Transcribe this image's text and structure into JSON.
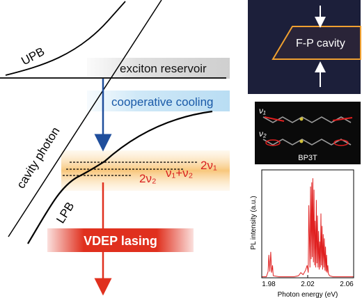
{
  "diagram": {
    "labels": {
      "upb": "UPB",
      "exciton_reservoir": "exciton reservoir",
      "cooperative_cooling": "cooperative cooling",
      "cavity_photon": "cavity photon",
      "lpb": "LPB",
      "nu1_twice": "2ν₁",
      "nu_sum": "ν₁+ν₂",
      "nu2_twice": "2ν₂",
      "vdep_lasing": "VDEP lasing"
    },
    "colors": {
      "curve": "#000000",
      "blue_arrow": "#1f4e9c",
      "red_arrow": "#e0301e",
      "vibronic_text": "#d81e1e",
      "cooling_text": "#1a5aa8",
      "band_orange": "#f5a623",
      "vdep_red": "#e0301e"
    }
  },
  "photo_panel": {
    "label": "F-P cavity",
    "colors": {
      "background": "#1c1f3a",
      "cavity_edge": "#f0a030",
      "arrows": "#ffffff"
    }
  },
  "molecule_panel": {
    "label_nu1": "ν₁",
    "label_nu2": "ν₂",
    "caption": "BP3T",
    "colors": {
      "background": "#0a0a0a",
      "vibration_marker": "#e02020",
      "skeleton": "#9a9a9a"
    }
  },
  "chart_data": {
    "type": "line",
    "title": "",
    "xlabel": "Photon energy (eV)",
    "ylabel": "PL intensity (a.u.)",
    "xlim": [
      1.98,
      2.06
    ],
    "ylim": [
      0,
      1
    ],
    "xticks": [
      "1.98",
      "2.02",
      "2.06"
    ],
    "line_color": "#e02020",
    "series": [
      {
        "x": [
          1.98,
          1.984,
          1.9855,
          1.9862,
          1.987,
          1.9878,
          1.9886,
          1.9894,
          1.99,
          1.995,
          2.0,
          2.008,
          2.012,
          2.014,
          2.016,
          2.018,
          2.0195,
          2.0205,
          2.021,
          2.022,
          2.0225,
          2.023,
          2.0235,
          2.024,
          2.0245,
          2.025,
          2.0255,
          2.026,
          2.0265,
          2.027,
          2.0275,
          2.028,
          2.0285,
          2.029,
          2.0295,
          2.03,
          2.0305,
          2.031,
          2.0315,
          2.032,
          2.0325,
          2.033,
          2.0335,
          2.034,
          2.0345,
          2.035,
          2.0355,
          2.036,
          2.0365,
          2.037,
          2.0375,
          2.038,
          2.039,
          2.042,
          2.05,
          2.06
        ],
        "y": [
          0.01,
          0.01,
          0.06,
          0.22,
          0.06,
          0.25,
          0.05,
          0.12,
          0.02,
          0.01,
          0.01,
          0.01,
          0.02,
          0.05,
          0.03,
          0.07,
          0.12,
          0.05,
          0.7,
          0.1,
          0.88,
          0.18,
          0.92,
          0.2,
          0.96,
          0.15,
          0.85,
          0.12,
          0.55,
          0.1,
          0.75,
          0.14,
          0.6,
          0.1,
          0.45,
          0.08,
          0.35,
          0.1,
          0.62,
          0.12,
          0.5,
          0.08,
          0.42,
          0.1,
          0.38,
          0.07,
          0.3,
          0.06,
          0.22,
          0.05,
          0.12,
          0.04,
          0.02,
          0.01,
          0.01,
          0.01
        ]
      }
    ]
  }
}
